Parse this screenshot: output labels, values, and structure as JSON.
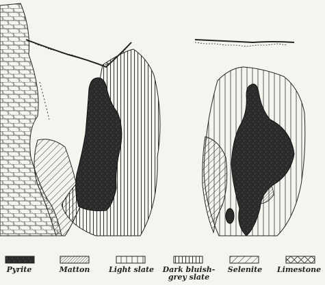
{
  "legend": {
    "items": [
      {
        "key": "pyrite",
        "label": "Pyrite"
      },
      {
        "key": "matton",
        "label": "Matton"
      },
      {
        "key": "light_slate",
        "label": "Light slate"
      },
      {
        "key": "dark_slate",
        "label": "Dark bluish-\ngrey slate"
      },
      {
        "key": "selenite",
        "label": "Selenite"
      },
      {
        "key": "limestone",
        "label": "Limestone"
      }
    ]
  },
  "colors": {
    "ink": "#222222",
    "paper": "#f6f4ef",
    "pyrite": "#2b2b2b"
  }
}
